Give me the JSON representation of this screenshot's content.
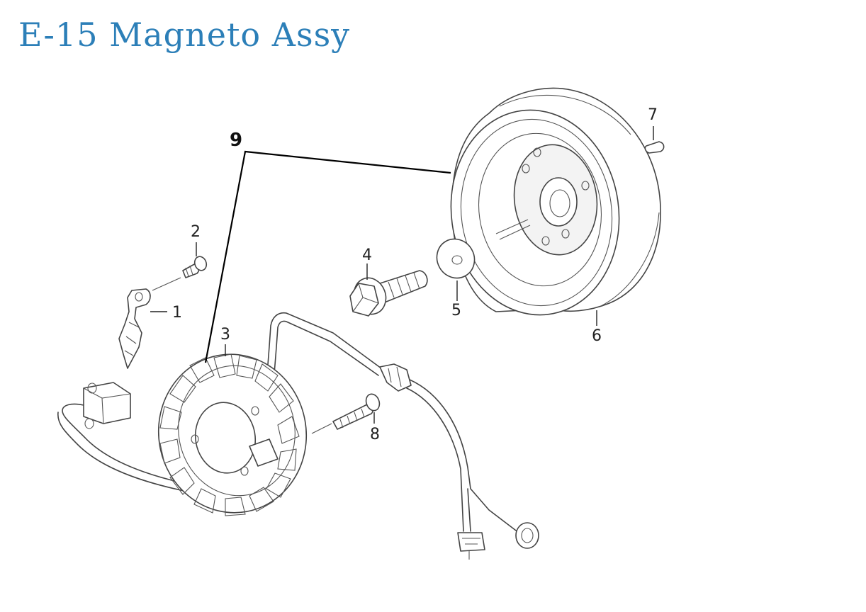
{
  "title": "E-15 Magneto Assy",
  "callouts": {
    "c1": "1",
    "c2": "2",
    "c3": "3",
    "c4": "4",
    "c5": "5",
    "c6": "6",
    "c7": "7",
    "c8": "8",
    "c9": "9"
  },
  "parts": [
    {
      "number": "1",
      "icon": "wire-clamp-bracket-icon"
    },
    {
      "number": "2",
      "icon": "screw-icon"
    },
    {
      "number": "3",
      "icon": "stator-coil-icon"
    },
    {
      "number": "4",
      "icon": "flange-bolt-icon"
    },
    {
      "number": "5",
      "icon": "washer-icon"
    },
    {
      "number": "6",
      "icon": "flywheel-rotor-icon"
    },
    {
      "number": "7",
      "icon": "woodruff-key-icon"
    },
    {
      "number": "8",
      "icon": "stator-bolt-icon"
    },
    {
      "number": "9",
      "icon": "assembly-bracket-icon"
    }
  ]
}
